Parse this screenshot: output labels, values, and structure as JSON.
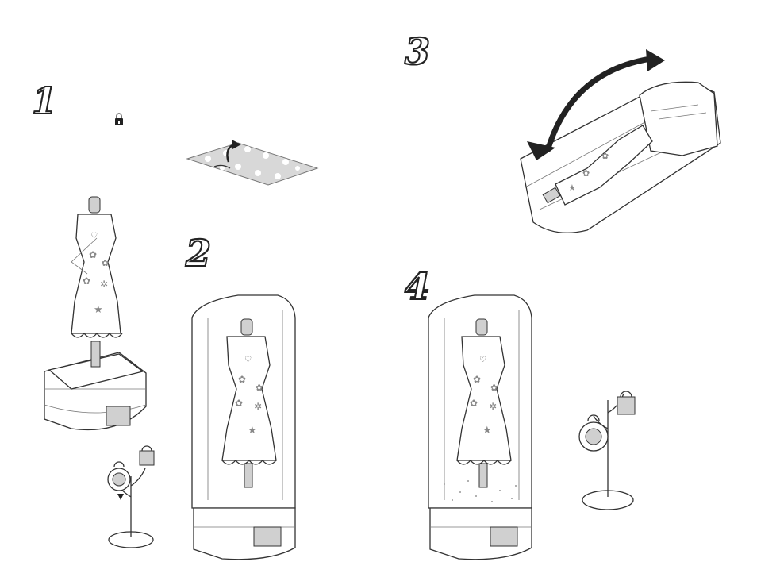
{
  "steps": [
    {
      "label": "1"
    },
    {
      "label": "2"
    },
    {
      "label": "3"
    },
    {
      "label": "4"
    }
  ],
  "icons": {
    "lock": "lock-icon",
    "rotate_arrow": "rotate-arrow-icon",
    "peel_arrow": "peel-arrow-icon"
  },
  "colors": {
    "line": "#333333",
    "shade": "#d0d0d0",
    "arrow": "#222222"
  }
}
